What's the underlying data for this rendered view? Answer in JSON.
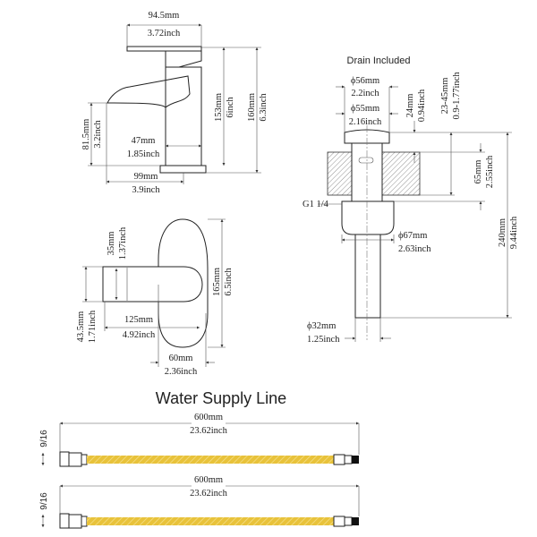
{
  "faucet_side": {
    "handle_width_mm": "94.5mm",
    "handle_width_in": "3.72inch",
    "spout_height_mm": "81.5mm",
    "spout_height_in": "3.2inch",
    "body_depth_mm": "47mm",
    "body_depth_in": "1.85inch",
    "reach_mm": "99mm",
    "reach_in": "3.9inch",
    "body_height_mm": "153mm",
    "body_height_in": "6inch",
    "total_height_mm": "160mm",
    "total_height_in": "6.3inch"
  },
  "faucet_top": {
    "lever_width_mm": "35mm",
    "lever_width_in": "1.37inch",
    "spout_width_mm": "43.5mm",
    "spout_width_in": "1.71inch",
    "length_mm": "125mm",
    "length_in": "4.92inch",
    "base_length_mm": "165mm",
    "base_length_in": "6.5inch",
    "base_width_mm": "60mm",
    "base_width_in": "2.36inch"
  },
  "drain": {
    "title": "Drain Included",
    "cap_dia_mm": "ϕ56mm",
    "cap_dia_in": "2.2inch",
    "flange_dia_mm": "ϕ55mm",
    "flange_dia_in": "2.16inch",
    "cap_height_mm": "24mm",
    "cap_height_in": "0.94inch",
    "counter_range_mm": "23-45mm",
    "counter_range_in": "0.9-1.77inch",
    "body_mm": "65mm",
    "body_in": "2.55inch",
    "total_mm": "240mm",
    "total_in": "9.44inch",
    "thread": "G1 1/4",
    "nut_dia_mm": "ϕ67mm",
    "nut_dia_in": "2.63inch",
    "pipe_dia_mm": "ϕ32mm",
    "pipe_dia_in": "1.25inch"
  },
  "supply": {
    "title": "Water Supply Line",
    "lines": [
      {
        "length_mm": "600mm",
        "length_in": "23.62inch",
        "thread": "9/16"
      },
      {
        "length_mm": "600mm",
        "length_in": "23.62inch",
        "thread": "9/16"
      }
    ],
    "hose_color": "#e8c23a"
  }
}
